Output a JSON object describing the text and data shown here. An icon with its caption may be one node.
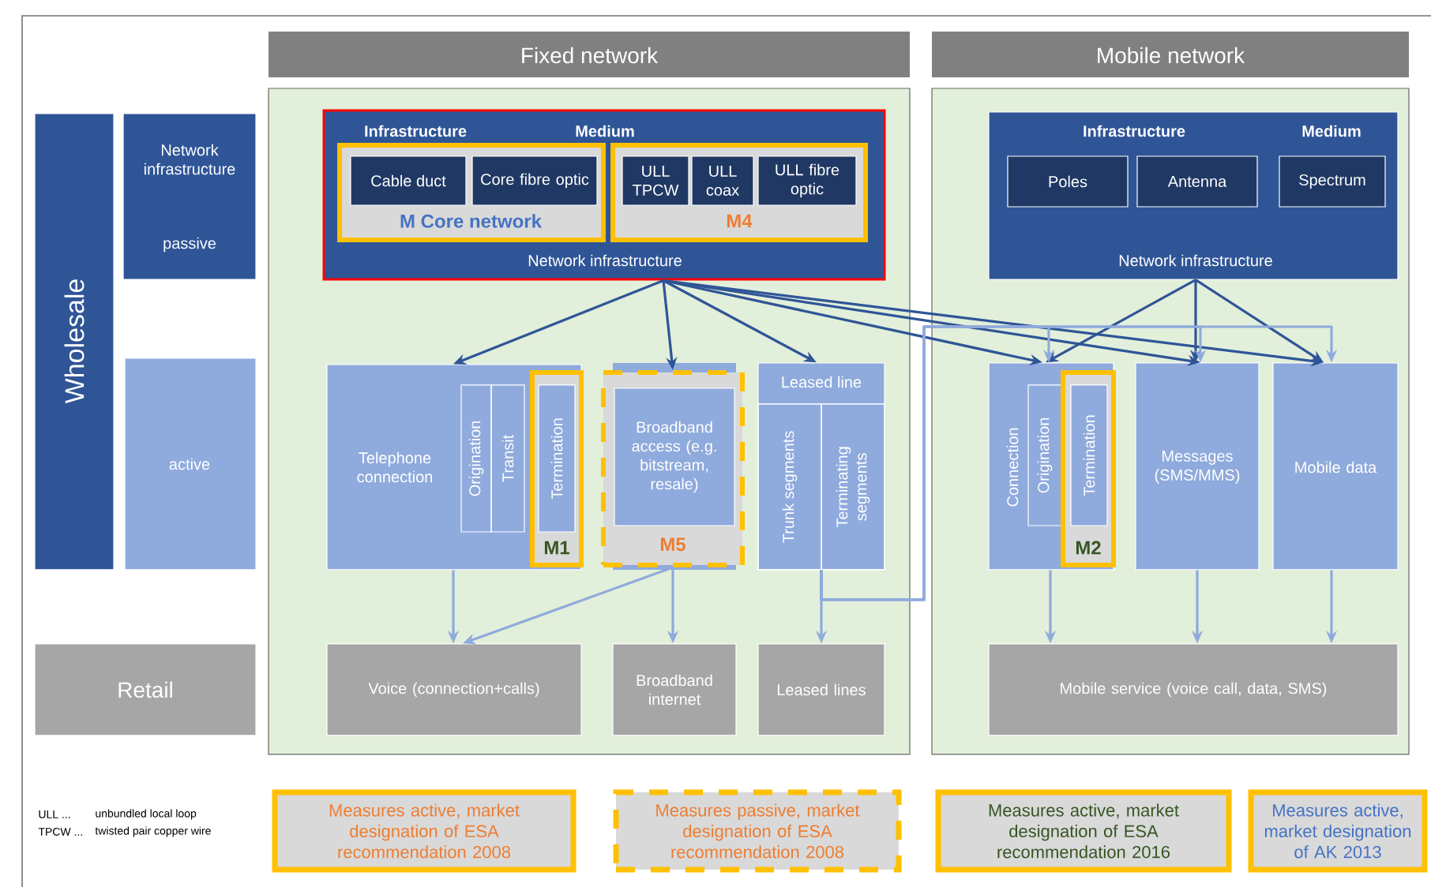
{
  "diagram": {
    "nodes": [
      {
        "text": [
          "Wholesale"
        ]
      },
      {
        "text": [
          "Network infrastructure",
          "passive"
        ]
      },
      {
        "text": [
          "active"
        ]
      },
      {
        "text": [
          "Retail"
        ]
      },
      {
        "text": [
          "Fixed network"
        ]
      },
      {
        "text": [
          "Infrastructure",
          "Medium",
          "Network infrastructure"
        ],
        "in": 4
      },
      {
        "text": [
          "M Core network"
        ],
        "in": 5
      },
      {
        "text": [
          "Cable duct"
        ],
        "in": 6
      },
      {
        "text": [
          "Core fibre optic"
        ],
        "in": 6
      },
      {
        "text": [
          "M4"
        ],
        "in": 5
      },
      {
        "text": [
          "ULL TPCW"
        ],
        "in": 9
      },
      {
        "text": [
          "ULL coax"
        ],
        "in": 9
      },
      {
        "text": [
          "ULL fibre optic"
        ],
        "in": 9
      },
      {
        "text": [
          "Telephone connection"
        ],
        "in": 4
      },
      {
        "text": [
          "Origination"
        ],
        "in": 13
      },
      {
        "text": [
          "Transit"
        ],
        "in": 13
      },
      {
        "text": [
          "M1"
        ],
        "in": 13
      },
      {
        "text": [
          "Termination"
        ],
        "in": 16
      },
      {
        "text": [
          "M5"
        ],
        "in": 4
      },
      {
        "text": [
          "Broadband access (e.g. bitstream, resale)"
        ],
        "in": 18
      },
      {
        "text": [
          "Leased line"
        ],
        "in": 4
      },
      {
        "text": [
          "Trunk segments"
        ],
        "in": 20
      },
      {
        "text": [
          "Terminating segments"
        ],
        "in": 20
      },
      {
        "text": [
          "Voice (connection+calls)"
        ],
        "in": 4
      },
      {
        "text": [
          "Broadband internet"
        ],
        "in": 4
      },
      {
        "text": [
          "Leased lines"
        ],
        "in": 4
      },
      {
        "text": [
          "Mobile network"
        ]
      },
      {
        "text": [
          "Infrastructure",
          "Medium",
          "Network infrastructure"
        ],
        "in": 26
      },
      {
        "text": [
          "Poles"
        ],
        "in": 27
      },
      {
        "text": [
          "Antenna"
        ],
        "in": 27
      },
      {
        "text": [
          "Spectrum"
        ],
        "in": 27
      },
      {
        "text": [
          "Connection"
        ],
        "in": 26
      },
      {
        "text": [
          "Origination"
        ],
        "in": 31
      },
      {
        "text": [
          "M2"
        ],
        "in": 31
      },
      {
        "text": [
          "Termination"
        ],
        "in": 33
      },
      {
        "text": [
          "Messages (SMS/MMS)"
        ],
        "in": 26
      },
      {
        "text": [
          "Mobile  data"
        ],
        "in": 26
      },
      {
        "text": [
          "Mobile service (voice call, data, SMS)"
        ],
        "in": 26
      },
      {
        "text": [
          "Measures active, market designation of ESA recommendation 2008"
        ]
      },
      {
        "text": [
          "Measures passive, market designation of ESA recommendation 2008"
        ]
      },
      {
        "text": [
          "Measures active, market designation of ESA recommendation 2016"
        ]
      },
      {
        "text": [
          "Measures active, market designation of AK 2013"
        ]
      }
    ],
    "edges": [
      {
        "from": 5,
        "to": 13,
        "arrow": "to",
        "color": "#2f5597"
      },
      {
        "from": 5,
        "to": 18,
        "arrow": "to",
        "color": "#2f5597"
      },
      {
        "from": 5,
        "to": 20,
        "arrow": "to",
        "color": "#2f5597"
      },
      {
        "from": 5,
        "to": 31,
        "arrow": "to",
        "color": "#2f5597"
      },
      {
        "from": 5,
        "to": 35,
        "arrow": "to",
        "color": "#2f5597"
      },
      {
        "from": 5,
        "to": 36,
        "arrow": "to",
        "color": "#2f5597"
      },
      {
        "from": 27,
        "to": 31,
        "arrow": "to",
        "color": "#2f5597"
      },
      {
        "from": 27,
        "to": 35,
        "arrow": "to",
        "color": "#2f5597"
      },
      {
        "from": 27,
        "to": 36,
        "arrow": "to",
        "color": "#2f5597"
      },
      {
        "from": 13,
        "to": 23,
        "arrow": "to"
      },
      {
        "from": 18,
        "to": 23,
        "arrow": "to"
      },
      {
        "from": 18,
        "to": 24,
        "arrow": "to"
      },
      {
        "from": 20,
        "to": 25,
        "arrow": "to"
      },
      {
        "from": 20,
        "to": 31,
        "arrow": "to"
      },
      {
        "from": 20,
        "to": 35,
        "arrow": "to"
      },
      {
        "from": 20,
        "to": 36,
        "arrow": "to"
      },
      {
        "from": 31,
        "to": 37,
        "arrow": "to"
      },
      {
        "from": 35,
        "to": 37,
        "arrow": "to"
      },
      {
        "from": 36,
        "to": 37,
        "arrow": "to"
      }
    ],
    "labels": [
      "ULL ...",
      "unbundled local loop",
      "TPCW ...",
      "twisted pair copper wire"
    ]
  }
}
